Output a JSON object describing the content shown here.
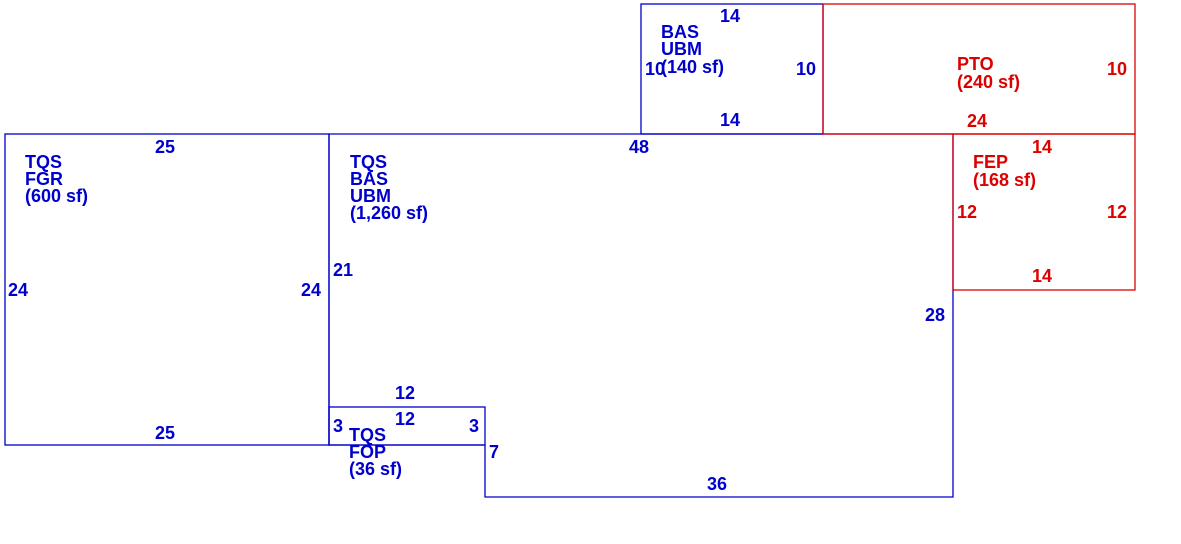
{
  "colors": {
    "blue": "#0000cc",
    "red": "#dd0000"
  },
  "areas": {
    "fgr": {
      "lines": [
        "TQS",
        "FGR",
        "(600 sf)"
      ],
      "dims": {
        "top": "25",
        "bottom": "25",
        "left": "24",
        "right": "24"
      }
    },
    "main": {
      "lines": [
        "TQS",
        "BAS",
        "UBM",
        "(1,260 sf)"
      ],
      "dims": {
        "top": "48",
        "left": "21",
        "right": "28",
        "bottom": "36",
        "notch_right": "7"
      }
    },
    "upper": {
      "lines": [
        "BAS",
        "UBM",
        "(140 sf)"
      ],
      "dims": {
        "top": "14",
        "bottom": "14",
        "left": "10",
        "right": "10"
      }
    },
    "pto": {
      "lines": [
        "PTO",
        "(240 sf)"
      ],
      "dims": {
        "right": "10",
        "bottom": "24"
      }
    },
    "fep": {
      "lines": [
        "FEP",
        "(168 sf)"
      ],
      "dims": {
        "top": "14",
        "bottom": "14",
        "left": "12",
        "right": "12"
      }
    },
    "fop": {
      "lines": [
        "TQS",
        "FOP",
        "(36 sf)"
      ],
      "dims": {
        "top": "12",
        "bottom": "12",
        "left": "3",
        "right": "3"
      }
    }
  }
}
